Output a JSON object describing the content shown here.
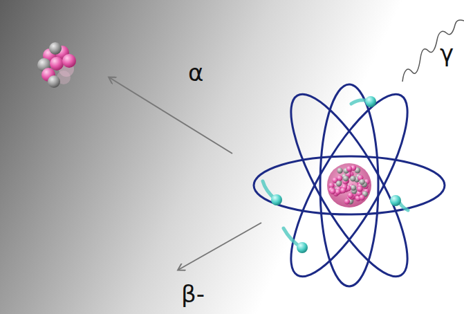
{
  "diagram": {
    "labels": [
      "α",
      "γ",
      "β-"
    ]
  }
}
